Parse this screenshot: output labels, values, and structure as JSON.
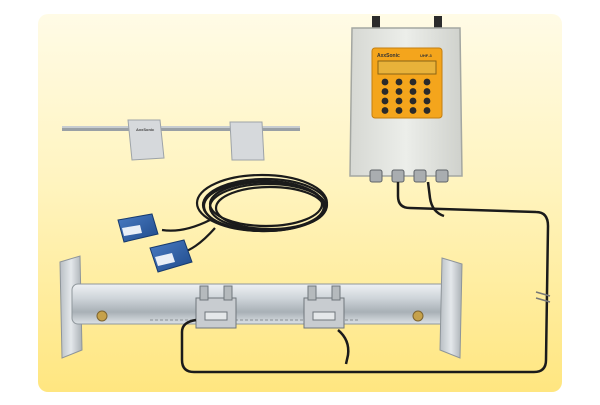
{
  "photo": {
    "subject": "ultrasonic clamp-on flow meter kit",
    "colors": {
      "background_top": "#fffbe6",
      "background_bottom": "#ffe680",
      "enclosure": "#e6e7e3",
      "keypad": "#f4a51c",
      "display": "#e8b23a",
      "cable": "#1b1b1b",
      "pipe": "#c9ced3",
      "sensor": "#2d5fa8"
    }
  },
  "transmitter": {
    "brand_label": "AxxSonic",
    "model_label": "UHF-3"
  },
  "mounting_rail": {
    "bracket_left_label": "AxxSonic"
  }
}
